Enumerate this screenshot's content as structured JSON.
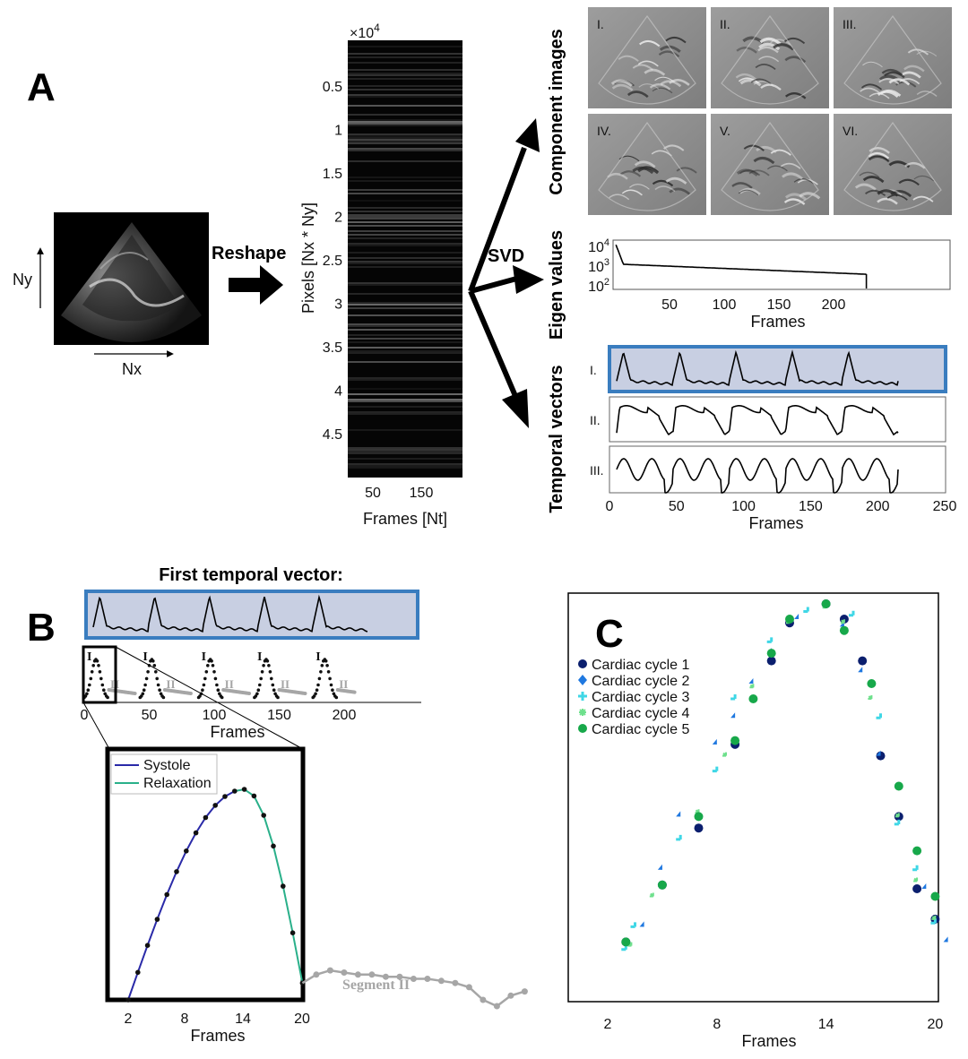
{
  "panels": {
    "a": "A",
    "b": "B",
    "c": "C"
  },
  "panel_a": {
    "echo": {
      "ny_label": "Ny",
      "nx_label": "Nx"
    },
    "reshape_label": "Reshape",
    "svd_label": "SVD",
    "matrix": {
      "exponent": "×10",
      "exponent_power": "4",
      "ylabel": "Pixels [Nx * Ny]",
      "xlabel": "Frames [Nt]",
      "yticks": [
        "0.5",
        "1",
        "1.5",
        "2",
        "2.5",
        "3",
        "3.5",
        "4",
        "4.5"
      ],
      "xticks": [
        "50",
        "150"
      ]
    },
    "component_images": {
      "label": "Component images",
      "items": [
        "I.",
        "II.",
        "III.",
        "IV.",
        "V.",
        "VI."
      ]
    },
    "eigen": {
      "label": "Eigen values",
      "yticks": [
        {
          "base": "10",
          "pow": "4"
        },
        {
          "base": "10",
          "pow": "3"
        },
        {
          "base": "10",
          "pow": "2"
        }
      ],
      "xticks": [
        "50",
        "100",
        "150",
        "200"
      ],
      "xlabel": "Frames"
    },
    "temporal": {
      "label": "Temporal vectors",
      "rows": [
        "I.",
        "II.",
        "III."
      ],
      "xticks": [
        "0",
        "50",
        "100",
        "150",
        "200",
        "250"
      ],
      "xlabel": "Frames"
    }
  },
  "panel_b": {
    "title": "First temporal vector:",
    "segment_i_label": "I",
    "segment_ii_label": "II",
    "segment_ii_text": "Segment II",
    "xticks": [
      "0",
      "50",
      "100",
      "150",
      "200"
    ],
    "xlabel": "Frames",
    "zoom": {
      "legend": [
        "Systole",
        "Relaxation"
      ],
      "xticks": [
        "2",
        "8",
        "14",
        "20"
      ],
      "xlabel": "Frames"
    },
    "colors": {
      "systole": "#2a2aa8",
      "relaxation": "#2ab08a",
      "segment_ii": "#a6a6a6"
    }
  },
  "chart_data": {
    "type": "scatter",
    "xlabel": "Frames",
    "xticks": [
      "2",
      "8",
      "14",
      "20"
    ],
    "xlim": [
      0.5,
      20.5
    ],
    "ylim": [
      0,
      1
    ],
    "series": [
      {
        "name": "Cardiac cycle 1",
        "color": "#0b1f6e",
        "marker": "circle",
        "points": [
          [
            3,
            0.11
          ],
          [
            5,
            0.26
          ],
          [
            7,
            0.41
          ],
          [
            9,
            0.63
          ],
          [
            11,
            0.85
          ],
          [
            12,
            0.95
          ],
          [
            14,
            1.0
          ],
          [
            15,
            0.96
          ],
          [
            16,
            0.85
          ],
          [
            17,
            0.6
          ],
          [
            18,
            0.44
          ],
          [
            19,
            0.25
          ],
          [
            20,
            0.17
          ]
        ]
      },
      {
        "name": "Cardiac cycle 2",
        "color": "#1f78e0",
        "marker": "diamond",
        "points": [
          [
            4,
            0.15
          ],
          [
            5,
            0.3
          ],
          [
            6,
            0.44
          ],
          [
            8,
            0.63
          ],
          [
            9,
            0.7
          ],
          [
            10,
            0.79
          ],
          [
            11,
            0.87
          ],
          [
            12.5,
            0.96
          ],
          [
            15,
            0.94
          ],
          [
            16,
            0.82
          ],
          [
            17,
            0.6
          ],
          [
            19.5,
            0.25
          ],
          [
            20.7,
            0.11
          ]
        ]
      },
      {
        "name": "Cardiac cycle 3",
        "color": "#3fd7e6",
        "marker": "plus",
        "points": [
          [
            3,
            0.09
          ],
          [
            3.5,
            0.15
          ],
          [
            6,
            0.38
          ],
          [
            8,
            0.56
          ],
          [
            9,
            0.75
          ],
          [
            11,
            0.9
          ],
          [
            13,
            0.98
          ],
          [
            15.5,
            0.97
          ],
          [
            17,
            0.7
          ],
          [
            18,
            0.42
          ],
          [
            19,
            0.3
          ],
          [
            20,
            0.16
          ]
        ]
      },
      {
        "name": "Cardiac cycle 4",
        "color": "#6ee08c",
        "marker": "star",
        "points": [
          [
            3.3,
            0.1
          ],
          [
            4.5,
            0.23
          ],
          [
            7,
            0.45
          ],
          [
            8.5,
            0.6
          ],
          [
            10,
            0.78
          ],
          [
            12,
            0.95
          ],
          [
            14,
            0.99
          ],
          [
            15,
            0.95
          ],
          [
            16.5,
            0.75
          ],
          [
            18,
            0.44
          ],
          [
            19,
            0.27
          ],
          [
            20,
            0.17
          ]
        ]
      },
      {
        "name": "Cardiac cycle 5",
        "color": "#17a84a",
        "marker": "circle",
        "points": [
          [
            3,
            0.11
          ],
          [
            5,
            0.26
          ],
          [
            7,
            0.44
          ],
          [
            9,
            0.64
          ],
          [
            10,
            0.75
          ],
          [
            11,
            0.87
          ],
          [
            12,
            0.96
          ],
          [
            14,
            1.0
          ],
          [
            15,
            0.93
          ],
          [
            16.5,
            0.79
          ],
          [
            18,
            0.52
          ],
          [
            19,
            0.35
          ],
          [
            20,
            0.23
          ]
        ]
      }
    ]
  }
}
